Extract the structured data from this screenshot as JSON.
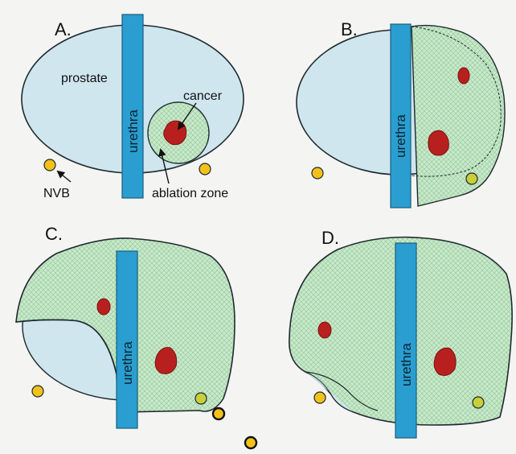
{
  "panels": {
    "a": {
      "letter": "A."
    },
    "b": {
      "letter": "B."
    },
    "c": {
      "letter": "C."
    },
    "d": {
      "letter": "D."
    }
  },
  "labels": {
    "prostate": "prostate",
    "urethra": "urethra",
    "cancer": "cancer",
    "ablation_zone": "ablation zone",
    "nvb": "NVB"
  },
  "colors": {
    "prostate_fill": "#cfe6ee",
    "ablation_fill": "#c9e8c9",
    "urethra_fill": "#2a9ed0",
    "cancer_fill": "#b8201f",
    "nvb_fill": "#f2c21b",
    "outline": "#1f2a30"
  }
}
